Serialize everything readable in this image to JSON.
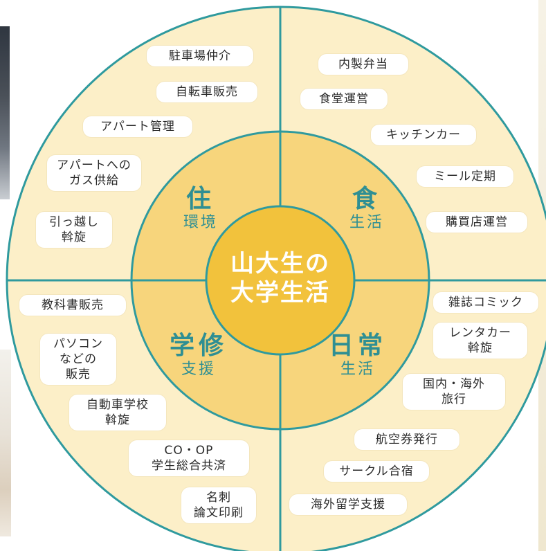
{
  "center": {
    "line1": "山大生の",
    "line2": "大学生活"
  },
  "sectors": {
    "housing": {
      "main": "住",
      "sub": "環境"
    },
    "food": {
      "main": "食",
      "sub": "生活"
    },
    "study": {
      "main": "学修",
      "sub": "支援"
    },
    "daily": {
      "main": "日常",
      "sub": "生活"
    }
  },
  "services": {
    "housing": [
      "駐車場仲介",
      "自転車販売",
      "アパート管理",
      "アパートへの\nガス供給",
      "引っ越し\n斡旋"
    ],
    "food": [
      "内製弁当",
      "食堂運営",
      "キッチンカー",
      "ミール定期",
      "購買店運営"
    ],
    "study": [
      "教科書販売",
      "パソコン\nなどの\n販売",
      "自動車学校\n斡旋",
      "CO・OP\n学生総合共済",
      "名刺\n論文印刷"
    ],
    "daily": [
      "雑誌コミック",
      "レンタカー\n斡旋",
      "国内・海外\n旅行",
      "航空券発行",
      "サークル合宿",
      "海外留学支援"
    ]
  },
  "colors": {
    "outer_ring": "#fcefc8",
    "middle_ring": "#f7d57c",
    "center_circle": "#f2c23c",
    "divider": "#2f9a9e",
    "label_text": "#2f8f93",
    "center_text": "#ffffff",
    "pill_background": "#ffffff"
  }
}
